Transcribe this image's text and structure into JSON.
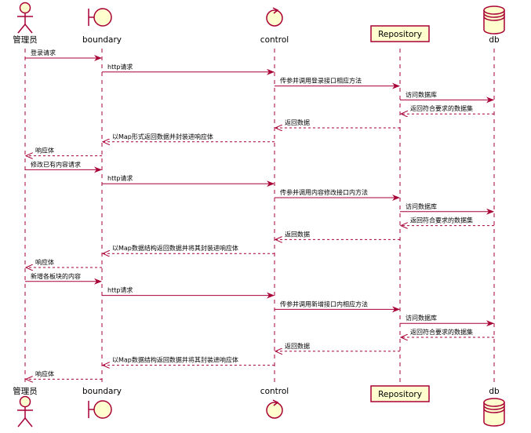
{
  "colors": {
    "stroke": "#A80036",
    "fill": "#FEFECE",
    "line": "#A80036"
  },
  "participants": [
    {
      "key": "admin",
      "label": "管理员",
      "kind": "actor",
      "icon": "actor-icon"
    },
    {
      "key": "boundary",
      "label": "boundary",
      "kind": "boundary",
      "icon": "boundary-icon"
    },
    {
      "key": "control",
      "label": "control",
      "kind": "control",
      "icon": "control-icon"
    },
    {
      "key": "repo",
      "label": "Repository",
      "kind": "box",
      "icon": ""
    },
    {
      "key": "db",
      "label": "db",
      "kind": "database",
      "icon": "database-icon"
    }
  ],
  "messages": [
    {
      "from": "admin",
      "to": "boundary",
      "text": "登录请求",
      "dashed": false
    },
    {
      "from": "boundary",
      "to": "control",
      "text": "http请求",
      "dashed": false
    },
    {
      "from": "control",
      "to": "repo",
      "text": "传参并调用登录接口相应方法",
      "dashed": false
    },
    {
      "from": "repo",
      "to": "db",
      "text": "访问数据库",
      "dashed": false
    },
    {
      "from": "db",
      "to": "repo",
      "text": "返回符合要求的数据集",
      "dashed": true
    },
    {
      "from": "repo",
      "to": "control",
      "text": "返回数据",
      "dashed": true
    },
    {
      "from": "control",
      "to": "boundary",
      "text": "以Map形式返回数据并封装进响应体",
      "dashed": true
    },
    {
      "from": "boundary",
      "to": "admin",
      "text": "响应体",
      "dashed": true
    },
    {
      "from": "admin",
      "to": "boundary",
      "text": "修改已有内容请求",
      "dashed": false
    },
    {
      "from": "boundary",
      "to": "control",
      "text": "http请求",
      "dashed": false
    },
    {
      "from": "control",
      "to": "repo",
      "text": "传参并调用内容修改接口内方法",
      "dashed": false
    },
    {
      "from": "repo",
      "to": "db",
      "text": "访问数据库",
      "dashed": false
    },
    {
      "from": "db",
      "to": "repo",
      "text": "返回符合要求的数据集",
      "dashed": true
    },
    {
      "from": "repo",
      "to": "control",
      "text": "返回数据",
      "dashed": true
    },
    {
      "from": "control",
      "to": "boundary",
      "text": "以Map数据结构返回数据并将其封装进响应体",
      "dashed": true
    },
    {
      "from": "boundary",
      "to": "admin",
      "text": "响应体",
      "dashed": true
    },
    {
      "from": "admin",
      "to": "boundary",
      "text": "新增各板块的内容",
      "dashed": false
    },
    {
      "from": "boundary",
      "to": "control",
      "text": "http请求",
      "dashed": false
    },
    {
      "from": "control",
      "to": "repo",
      "text": "传参并调用新增接口内相应方法",
      "dashed": false
    },
    {
      "from": "repo",
      "to": "db",
      "text": "访问数据库",
      "dashed": false
    },
    {
      "from": "db",
      "to": "repo",
      "text": "返回符合要求的数据集",
      "dashed": true
    },
    {
      "from": "repo",
      "to": "control",
      "text": "返回数据",
      "dashed": true
    },
    {
      "from": "control",
      "to": "boundary",
      "text": "以Map数据结构返回数据并将其封装进响应体",
      "dashed": true
    },
    {
      "from": "boundary",
      "to": "admin",
      "text": "响应体",
      "dashed": true
    }
  ]
}
